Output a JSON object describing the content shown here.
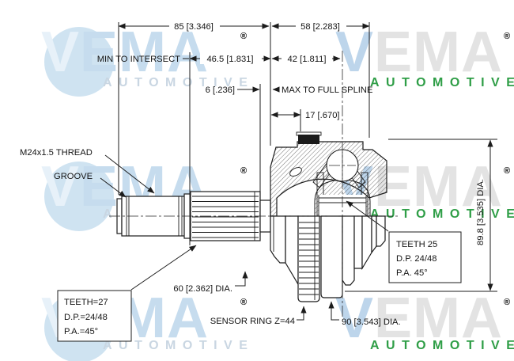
{
  "drawing_title": "CV joint drive shaft technical drawing",
  "watermark": {
    "v": "V",
    "ema": "EMA",
    "subtitle": "AUTOMOTIVE",
    "registered": "®",
    "colors": {
      "circle_blue": "#cfe3f1",
      "light_blue": "#c6dcee",
      "gray": "#e3e3e3",
      "green": "#2f9e47"
    }
  },
  "dimensions": {
    "d85": "85 [3.346]",
    "d58": "58 [2.283]",
    "d46_5": "46.5 [1.831]",
    "d42": "42 [1.811]",
    "d6": "6 [.236]",
    "d17": "17 [.670]",
    "d89_8": "89.8 [3.535] DIA.",
    "d60": "60 [2.362] DIA.",
    "d90": "90 [3.543] DIA."
  },
  "labels": {
    "min_to_intersect": "MIN TO INTERSECT",
    "max_to_full_spline": "MAX TO FULL SPLINE",
    "thread": "M24x1.5 THREAD",
    "groove": "GROOVE",
    "sensor_ring": "SENSOR RING Z=44"
  },
  "callouts": {
    "shaft_spline": {
      "line1": "TEETH=27",
      "line2": "D.P.=24/48",
      "line3": "P.A.=45°"
    },
    "inner_race_spline": {
      "line1": "TEETH 25",
      "line2": "D.P. 24/48",
      "line3": "P.A. 45°"
    }
  }
}
